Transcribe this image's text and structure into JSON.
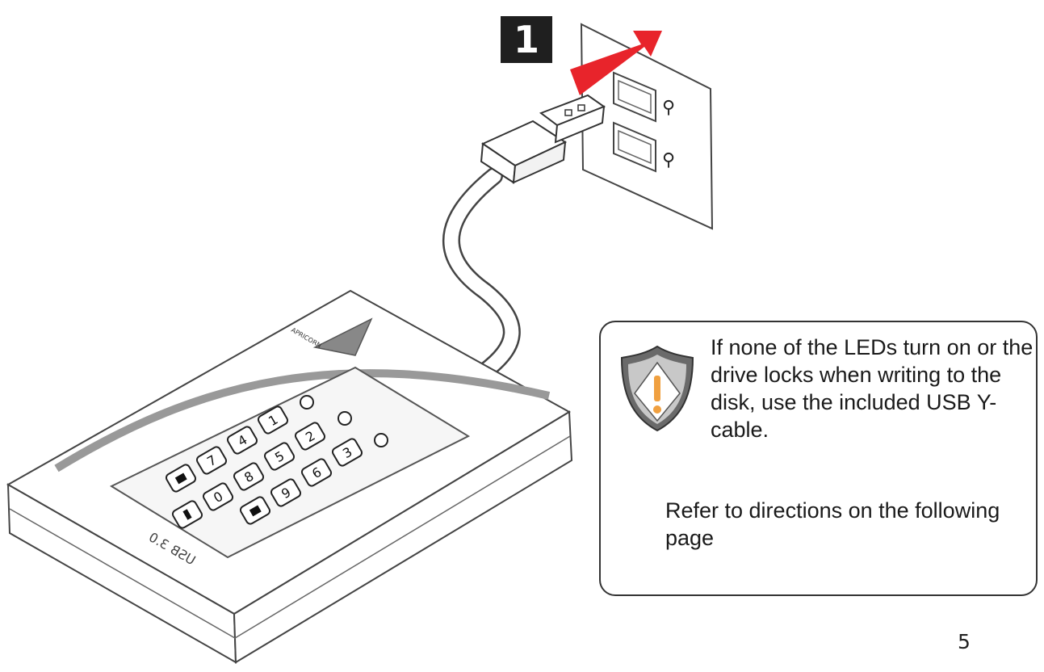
{
  "step": {
    "number": "1"
  },
  "device": {
    "brand": "APRICORN",
    "usb_label": "USB 3.0",
    "keys": [
      "1",
      "2",
      "3",
      "4",
      "5",
      "6",
      "7",
      "8",
      "9",
      "0"
    ]
  },
  "note": {
    "text": "If none of the LEDs turn on or the drive locks when writing to the disk, use the included USB Y-cable.",
    "reference": "Refer to directions on the following page"
  },
  "page": {
    "number": "5"
  },
  "colors": {
    "arrow": "#e8242b",
    "warning_accent": "#f0a040",
    "outline": "#333333"
  }
}
